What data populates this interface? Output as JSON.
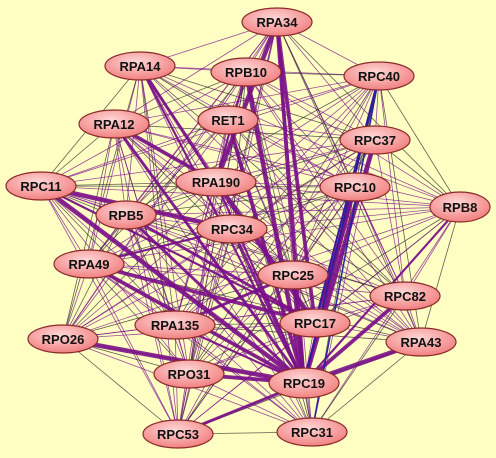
{
  "diagram": {
    "type": "network-graph",
    "background": "#ffffc4",
    "node_fill": "#f88a8a",
    "node_fill_light": "#ffd0d0",
    "edge_colors": {
      "purple": "#7a0f8a",
      "dark": "#2a2a2a",
      "blue": "#2020a0"
    },
    "nodes": [
      {
        "id": "RPA34",
        "label": "RPA34"
      },
      {
        "id": "RPA14",
        "label": "RPA14"
      },
      {
        "id": "RPB10",
        "label": "RPB10"
      },
      {
        "id": "RPC40",
        "label": "RPC40"
      },
      {
        "id": "RPA12",
        "label": "RPA12"
      },
      {
        "id": "RET1",
        "label": "RET1"
      },
      {
        "id": "RPC37",
        "label": "RPC37"
      },
      {
        "id": "RPC11",
        "label": "RPC11"
      },
      {
        "id": "RPA190",
        "label": "RPA190"
      },
      {
        "id": "RPC10",
        "label": "RPC10"
      },
      {
        "id": "RPB8",
        "label": "RPB8"
      },
      {
        "id": "RPB5",
        "label": "RPB5"
      },
      {
        "id": "RPC34",
        "label": "RPC34"
      },
      {
        "id": "RPA49",
        "label": "RPA49"
      },
      {
        "id": "RPC25",
        "label": "RPC25"
      },
      {
        "id": "RPC82",
        "label": "RPC82"
      },
      {
        "id": "RPO26",
        "label": "RPO26"
      },
      {
        "id": "RPA135",
        "label": "RPA135"
      },
      {
        "id": "RPC17",
        "label": "RPC17"
      },
      {
        "id": "RPA43",
        "label": "RPA43"
      },
      {
        "id": "RPO31",
        "label": "RPO31"
      },
      {
        "id": "RPC19",
        "label": "RPC19"
      },
      {
        "id": "RPC53",
        "label": "RPC53"
      },
      {
        "id": "RPC31",
        "label": "RPC31"
      }
    ],
    "thick_edges": [
      [
        "RPC19",
        "RPC40"
      ],
      [
        "RPC19",
        "RPC10"
      ],
      [
        "RPC19",
        "RPA34"
      ],
      [
        "RPC19",
        "RPB10"
      ],
      [
        "RPC19",
        "RPA14"
      ],
      [
        "RPC19",
        "RPA12"
      ],
      [
        "RPC19",
        "RET1"
      ],
      [
        "RPC19",
        "RPC11"
      ],
      [
        "RPC19",
        "RPA190"
      ],
      [
        "RPC19",
        "RPB5"
      ],
      [
        "RPC19",
        "RPA49"
      ],
      [
        "RPC19",
        "RPO26"
      ],
      [
        "RPC19",
        "RPA135"
      ],
      [
        "RPC19",
        "RPC53"
      ],
      [
        "RPC19",
        "RPC82"
      ],
      [
        "RPC19",
        "RPA43"
      ],
      [
        "RPC19",
        "RPB8"
      ],
      [
        "RPC19",
        "RPC34"
      ],
      [
        "RPC19",
        "RPC25"
      ],
      [
        "RPC19",
        "RPC37"
      ],
      [
        "RPC17",
        "RPC40"
      ],
      [
        "RPC17",
        "RPC10"
      ],
      [
        "RPC17",
        "RPA34"
      ],
      [
        "RPC17",
        "RPA190"
      ],
      [
        "RPC17",
        "RPC11"
      ],
      [
        "RPC17",
        "RPB5"
      ],
      [
        "RPC17",
        "RPA49"
      ],
      [
        "RPA190",
        "RPA34"
      ],
      [
        "RPA190",
        "RPB10"
      ],
      [
        "RPA14",
        "RPA190"
      ],
      [
        "RPA12",
        "RPA190"
      ],
      [
        "RPC11",
        "RPC34"
      ],
      [
        "RPA49",
        "RPC34"
      ],
      [
        "RPA135",
        "RPC25"
      ],
      [
        "RPO31",
        "RPC19"
      ]
    ],
    "blue_edges": [
      [
        "RPC19",
        "RPC40"
      ],
      [
        "RPC17",
        "RPC40"
      ],
      [
        "RPC31",
        "RPC40"
      ]
    ]
  }
}
